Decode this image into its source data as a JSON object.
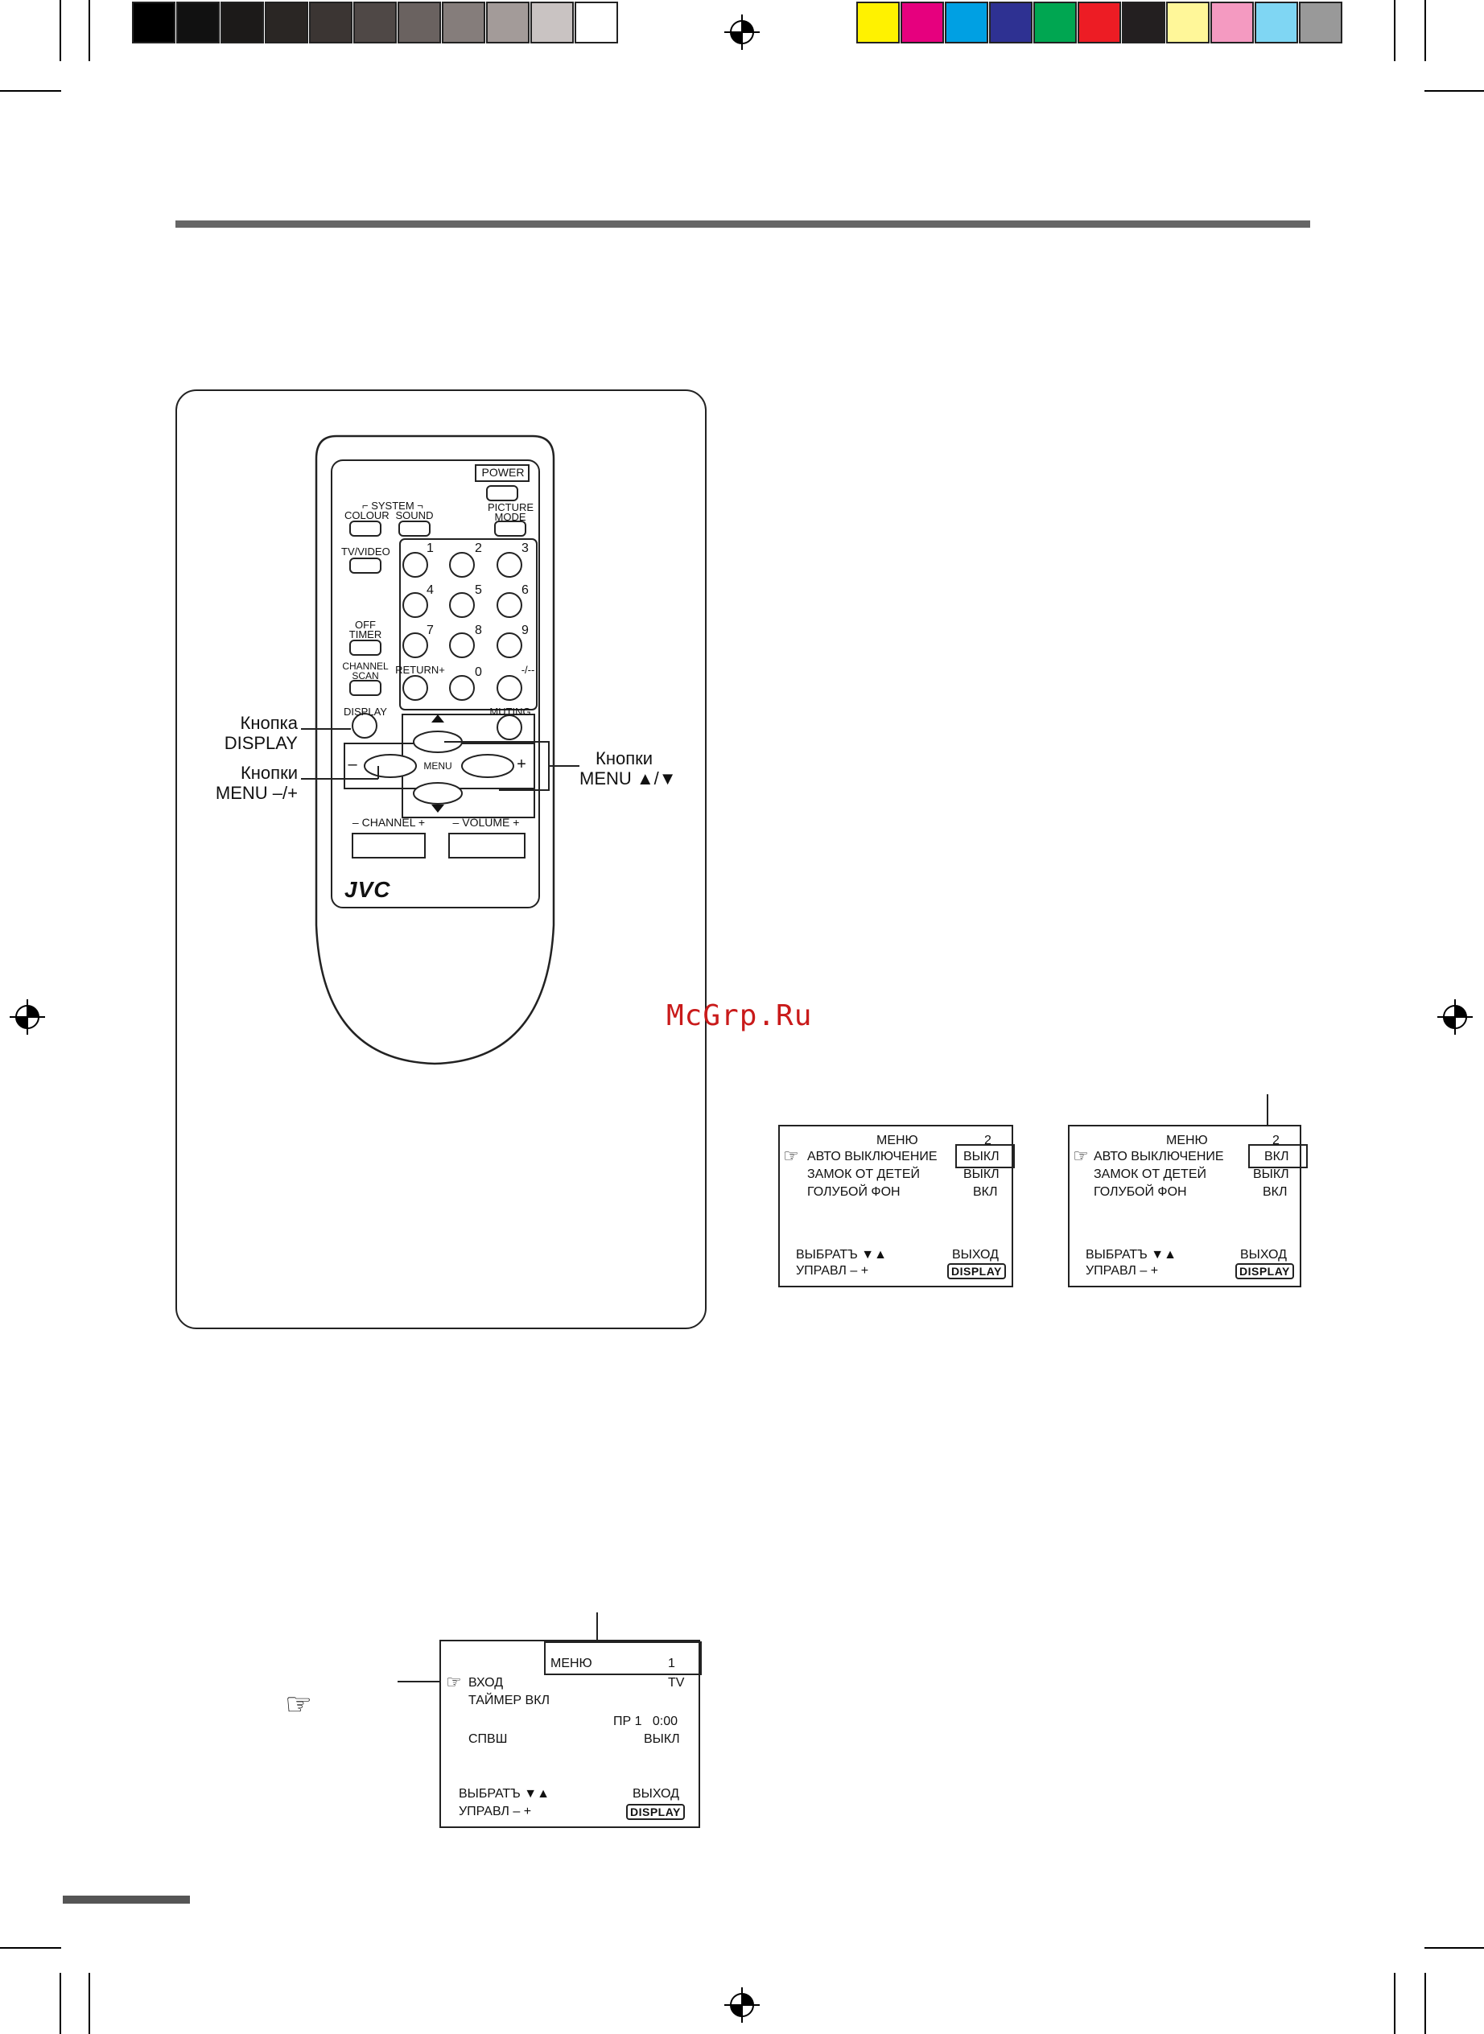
{
  "color_bar": {
    "gray_swatches": [
      "#000000",
      "#111111",
      "#1c1a19",
      "#2a2624",
      "#3b3533",
      "#4f4846",
      "#6a6260",
      "#857d7b",
      "#a39b99",
      "#c9c3c2",
      "#ffffff"
    ],
    "color_swatches": [
      "#fff200",
      "#e6007e",
      "#00a0e3",
      "#2e3192",
      "#00a651",
      "#ed1c24",
      "#231f20",
      "#fff799",
      "#f49ac1",
      "#7fd6f3",
      "#999999"
    ]
  },
  "remote": {
    "power": "POWER",
    "system": "SYSTEM",
    "colour": "COLOUR",
    "sound": "SOUND",
    "picture": "PICTURE",
    "mode": "MODE",
    "tv_video": "TV/VIDEO",
    "digits": [
      "1",
      "2",
      "3",
      "4",
      "5",
      "6",
      "7",
      "8",
      "9",
      "0"
    ],
    "off": "OFF",
    "timer": "TIMER",
    "channel": "CHANNEL",
    "scan": "SCAN",
    "return": "RETURN+",
    "dash": "-/--",
    "display": "DISPLAY",
    "muting": "MUTING",
    "menu": "MENU",
    "minus": "–",
    "plus": "+",
    "channel_rocker": "CHANNEL",
    "volume_rocker": "VOLUME",
    "logo": "JVC"
  },
  "callouts": {
    "display_l1": "Кнопка",
    "display_l2": "DISPLAY",
    "menu_pm_l1": "Кнопки",
    "menu_pm_l2": "MENU –/+",
    "menu_ud_l1": "Кнопки",
    "menu_ud_l2": "MENU ▲/▼"
  },
  "watermark": "McGrp.Ru",
  "screen1": {
    "title": "МЕНЮ",
    "page": "2",
    "row1": "АВТО ВЫКЛЮЧЕНИЕ",
    "row1_val": "ВЫКЛ",
    "row2": "ЗАМОК ОТ ДЕТЕЙ",
    "row2_val": "ВЫКЛ",
    "row3": "ГОЛУБОЙ ФОН",
    "row3_val": "ВКЛ",
    "select": "ВЫБРАТЪ ▼▲",
    "exit": "ВЫХОД",
    "control": "УПРАВЛ  – +",
    "display": "DISPLAY"
  },
  "screen2": {
    "title": "МЕНЮ",
    "page": "2",
    "row1": "АВТО ВЫКЛЮЧЕНИЕ",
    "row1_val": "ВКЛ",
    "row2": "ЗАМОК ОТ ДЕТЕЙ",
    "row2_val": "ВЫКЛ",
    "row3": "ГОЛУБОЙ ФОН",
    "row3_val": "ВКЛ",
    "select": "ВЫБРАТЪ ▼▲",
    "exit": "ВЫХОД",
    "control": "УПРАВЛ  – +",
    "display": "DISPLAY"
  },
  "screen3": {
    "title": "МЕНЮ",
    "page": "1",
    "row1": "ВХОД",
    "row1_val": "TV",
    "row2": "ТАЙМЕР ВКЛ",
    "row2_val": "ПР 1   0:00",
    "row3": "СПВШ",
    "row3_val": "ВЫКЛ",
    "select": "ВЫБРАТЪ ▼▲",
    "exit": "ВЫХОД",
    "control": "УПРАВЛ  – +",
    "display": "DISPLAY"
  },
  "icons": {
    "pointer": "pointing-hand-icon",
    "registration": "registration-mark-icon"
  }
}
